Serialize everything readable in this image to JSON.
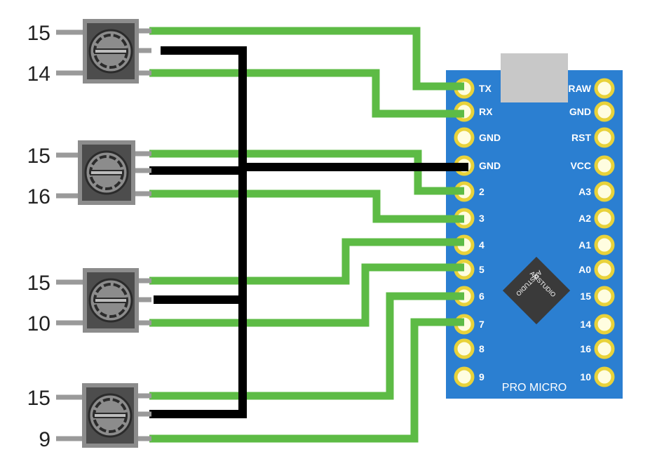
{
  "colors": {
    "green_wire": "#5dbb45",
    "black_wire": "#000000",
    "board": "#2b7fd1",
    "pin_fill": "#fffde0",
    "pin_ring": "#e8d23a",
    "pot_body": "#8c8c8c",
    "pot_dark": "#4d4d4d",
    "usb": "#c8c8c8",
    "chip": "#3a3a3a",
    "lead": "#9a9a9a"
  },
  "board": {
    "title": "PRO MICRO",
    "chip_text": "AMSTUDIO",
    "left_pins": [
      "TX",
      "RX",
      "GND",
      "GND",
      "2",
      "3",
      "4",
      "5",
      "6",
      "7",
      "8",
      "9"
    ],
    "right_pins": [
      "RAW",
      "GND",
      "RST",
      "VCC",
      "A3",
      "A2",
      "A1",
      "A0",
      "15",
      "14",
      "16",
      "10"
    ]
  },
  "pots": [
    {
      "top_label": "15",
      "bottom_label": "14"
    },
    {
      "top_label": "15",
      "bottom_label": "16"
    },
    {
      "top_label": "15",
      "bottom_label": "10"
    },
    {
      "top_label": "15",
      "bottom_label": "9"
    }
  ],
  "connections": [
    {
      "pot": 1,
      "pot_pin": "top",
      "board_pin": "TX",
      "wire": "green"
    },
    {
      "pot": 1,
      "pot_pin": "middle",
      "board_pin": "GND",
      "wire": "black"
    },
    {
      "pot": 1,
      "pot_pin": "bottom",
      "board_pin": "RX",
      "wire": "green"
    },
    {
      "pot": 2,
      "pot_pin": "top",
      "board_pin": "2",
      "wire": "green"
    },
    {
      "pot": 2,
      "pot_pin": "middle",
      "board_pin": "GND",
      "wire": "black"
    },
    {
      "pot": 2,
      "pot_pin": "bottom",
      "board_pin": "3",
      "wire": "green"
    },
    {
      "pot": 3,
      "pot_pin": "top",
      "board_pin": "4",
      "wire": "green"
    },
    {
      "pot": 3,
      "pot_pin": "middle",
      "board_pin": "GND",
      "wire": "black"
    },
    {
      "pot": 3,
      "pot_pin": "bottom",
      "board_pin": "5",
      "wire": "green"
    },
    {
      "pot": 4,
      "pot_pin": "top",
      "board_pin": "6",
      "wire": "green"
    },
    {
      "pot": 4,
      "pot_pin": "middle",
      "board_pin": "GND",
      "wire": "black"
    },
    {
      "pot": 4,
      "pot_pin": "bottom",
      "board_pin": "7",
      "wire": "green"
    }
  ]
}
